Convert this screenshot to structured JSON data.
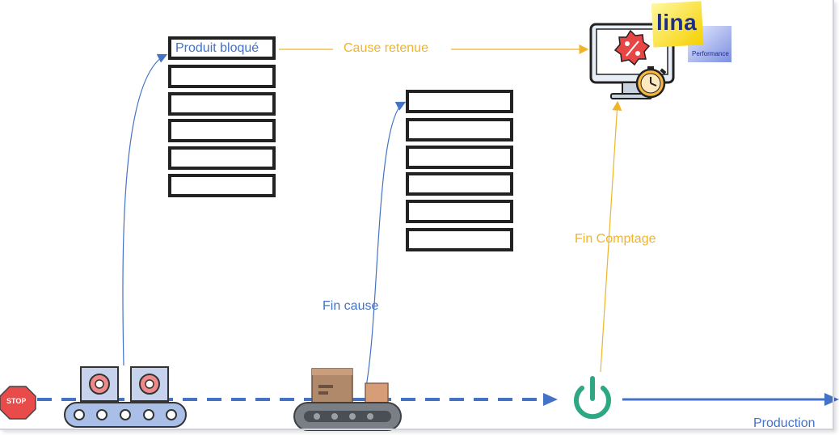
{
  "labels": {
    "produit_bloque": "Produit bloqué",
    "cause_retenue": "Cause retenue",
    "fin_cause": "Fin cause",
    "fin_comptage": "Fin Comptage",
    "production": "Production"
  },
  "logo": {
    "brand": "lina",
    "sub": "Performance"
  },
  "stop_sign": "STOP",
  "colors": {
    "blue": "#4472c4",
    "orange": "#f0b429",
    "green": "#2da882",
    "red": "#e94b4b",
    "dark": "#222222"
  },
  "icons": [
    "stop-sign-icon",
    "conveyor-gears-icon",
    "conveyor-boxes-icon",
    "power-button-icon",
    "monitor-discount-clock-icon",
    "lina-logo"
  ]
}
